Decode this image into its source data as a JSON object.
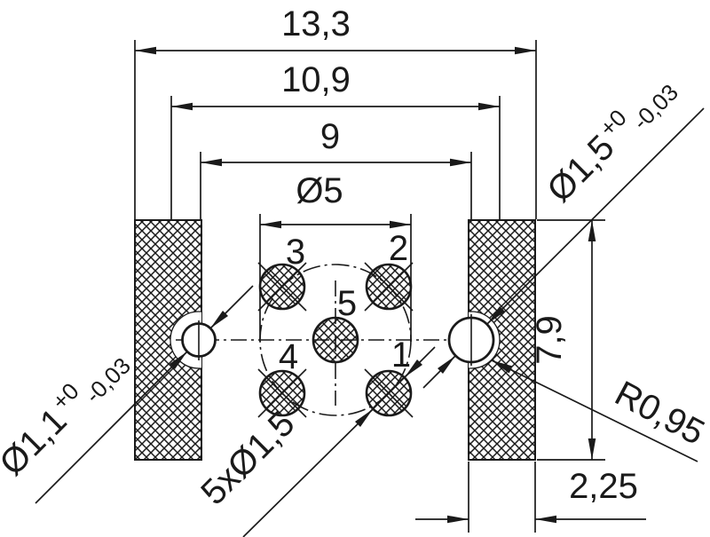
{
  "drawing": {
    "type": "technical-dimension-drawing",
    "units_style": "comma-decimal",
    "dims": {
      "overall_width": "13,3",
      "outer_clearance_spacing": "10,9",
      "mount_hole_spacing": "9",
      "bolt_circle_diameter": "Ø5",
      "pad_height": "7,9",
      "pad_width": "2,25",
      "clearance_radius": "R0,95",
      "pattern_holes": "5xØ1,5"
    },
    "tolerances": {
      "left_hole": {
        "nominal": "Ø1,1",
        "upper": "+0",
        "lower": "-0,03"
      },
      "right_hole": {
        "nominal": "Ø1,5",
        "upper": "+0",
        "lower": "-0,03"
      }
    },
    "hole_labels": {
      "h1": "1",
      "h2": "2",
      "h3": "3",
      "h4": "4",
      "h5": "5"
    },
    "colors": {
      "line": "#1a1a1a",
      "background": "#ffffff"
    }
  }
}
